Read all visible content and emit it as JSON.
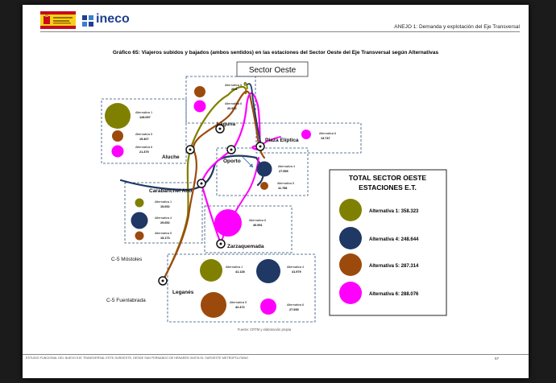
{
  "header": {
    "brand": "ineco",
    "annex": "ANEJO 1: Demanda y explotación del Eje Transversal"
  },
  "chart": {
    "title": "Gráfico 65: Viajeros subidos y bajados (ambos sentidos) en las estaciones del Sector Oeste del Eje Transversal según Alternativas",
    "sector": "Sector Oeste",
    "source": "Fuente: CRTM y elaboración propia",
    "colors": {
      "alt1": "#808000",
      "alt4": "#1f3864",
      "alt5": "#9c4a0c",
      "alt6": "#ff00ff"
    }
  },
  "stations": {
    "laguna": "Laguna",
    "aluche": "Aluche",
    "plaza_eliptica": "Plaza Elíptica",
    "oporto": "Oporto",
    "carabanchel": "Carabanchel Alto",
    "zarzaquemada": "Zarzaquemada",
    "leganes": "Leganés",
    "c5_mostoles": "C-5 Móstoles",
    "c5_fuenlabrada": "C-5 Fuenlabrada"
  },
  "station_data": {
    "laguna": [
      {
        "alt": "Alternativa 5",
        "value": "20.6"
      },
      {
        "alt": "Alternativa 6",
        "value": "20.972"
      }
    ],
    "aluche": [
      {
        "alt": "Alternativa 1",
        "value": "128.097"
      },
      {
        "alt": "Alternativa 5",
        "value": "19.407"
      },
      {
        "alt": "Alternativa 6",
        "value": "21.379"
      }
    ],
    "plaza_eliptica": [
      {
        "alt": "Alternativa 6",
        "value": "13.737"
      }
    ],
    "oporto": [
      {
        "alt": "Alternativa 4",
        "value": "27.555"
      },
      {
        "alt": "Alternativa 5",
        "value": "11.758"
      }
    ],
    "carabanchel": [
      {
        "alt": "Alternativa 1",
        "value": "15.692"
      },
      {
        "alt": "Alternativa 4",
        "value": "29.652"
      },
      {
        "alt": "Alternativa 5",
        "value": "15.173"
      }
    ],
    "zarzaquemada": [
      {
        "alt": "Alternativa 6",
        "value": "40.991"
      }
    ],
    "leganes": [
      {
        "alt": "Alternativa 1",
        "value": "41.128"
      },
      {
        "alt": "Alternativa 4",
        "value": "41.979"
      },
      {
        "alt": "Alternativa 5",
        "value": "42.472"
      },
      {
        "alt": "Alternativa 6",
        "value": "27.935"
      }
    ]
  },
  "totals": {
    "title_line1": "TOTAL SECTOR OESTE",
    "title_line2": "ESTACIONES E.T.",
    "items": [
      {
        "label": "Alternativa 1: 358.323"
      },
      {
        "label": "Alternativa 4: 248.644"
      },
      {
        "label": "Alternativa 5: 287.314"
      },
      {
        "label": "Alternativa 6: 288.076"
      }
    ]
  },
  "footer": {
    "study": "ESTUDIO FUNCIONAL DEL NUEVO EJE TRANSVERSAL ESTE-SUROESTE, DESDE SAN FERNANDO DE HENARES HASTA EL SUROESTE METROPOLITANO",
    "page": "57"
  }
}
